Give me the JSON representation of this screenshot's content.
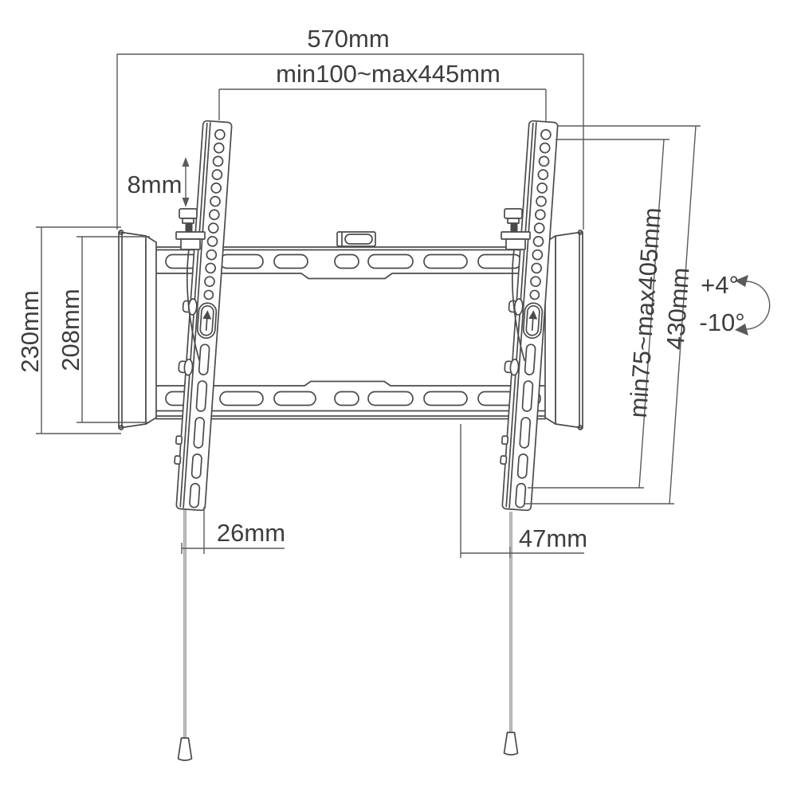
{
  "diagram": {
    "kind": "tilting TV wall mount dimension drawing",
    "labels": {
      "top_width": "570mm",
      "vesa_horizontal": "min100~max445mm",
      "height_adjust": "8mm",
      "plate_height_outer": "230mm",
      "plate_height_inner": "208mm",
      "vesa_vertical": "min75~max405mm",
      "bracket_length": "430mm",
      "tilt_up": "+4°",
      "tilt_down": "-10°",
      "bottom_offset_left": "26mm",
      "bottom_offset_right": "47mm"
    },
    "colors": {
      "background": "#ffffff",
      "line": "#4b4b4b",
      "dimension": "#5a5a5a",
      "text": "#3e3e3e"
    }
  }
}
